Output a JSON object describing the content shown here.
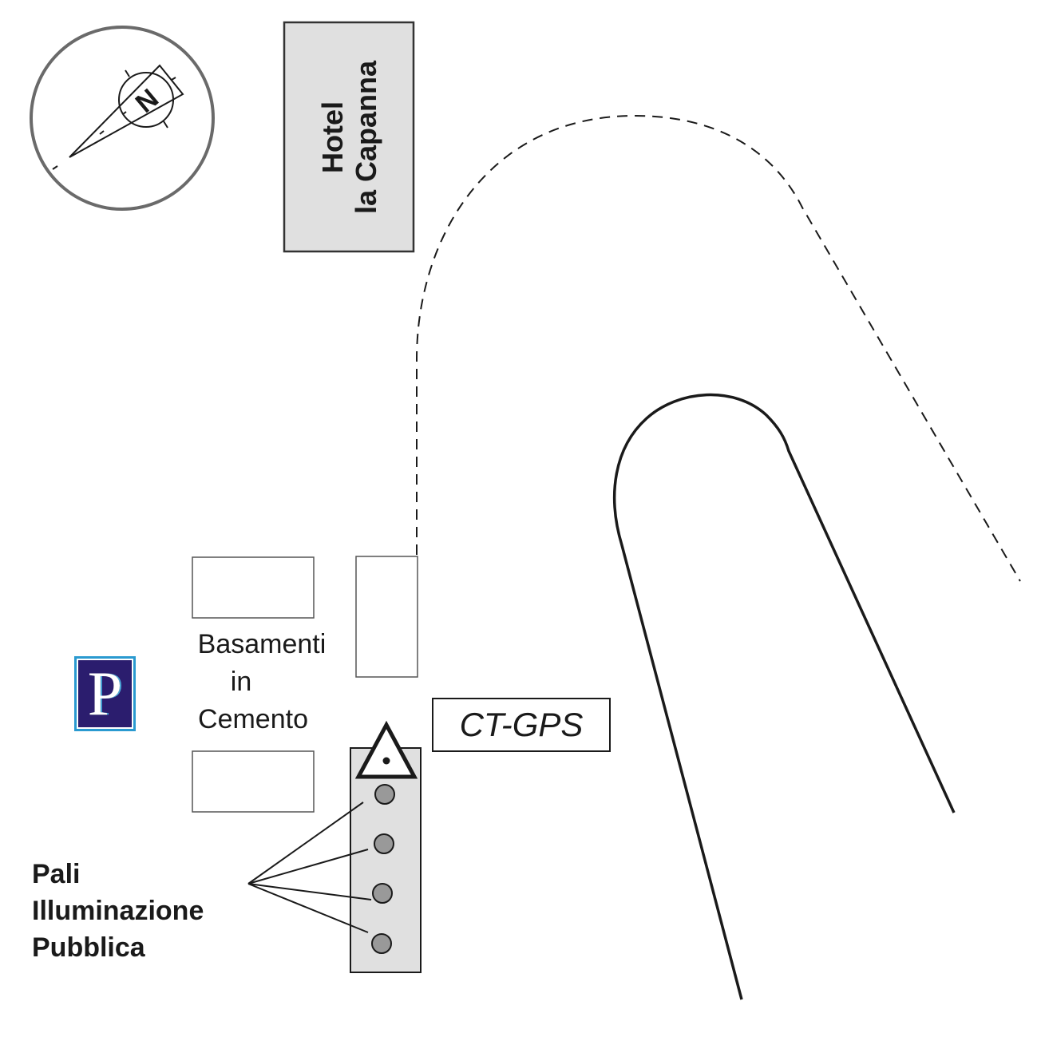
{
  "diagram": {
    "type": "site-location-map",
    "compass": {
      "icon": "north-arrow-icon",
      "letter": "N"
    },
    "hotel": {
      "line1": "Hotel",
      "line2": "la Capanna"
    },
    "parking": {
      "icon": "parking-sign-icon",
      "letter": "P",
      "colors": {
        "background": "#2b1d6e",
        "border": "#2a9ad0",
        "letter": "#ffffff"
      }
    },
    "basamenti": {
      "line1": "Basamenti",
      "line2": "in",
      "line3": "Cemento"
    },
    "station": {
      "label": "CT-GPS",
      "marker_icon": "gps-station-triangle-icon"
    },
    "pali": {
      "line1": "Pali",
      "line2": "Illuminazione",
      "line3": "Pubblica",
      "pole_count": 4
    },
    "colors": {
      "line": "#1a1a1a",
      "fill_gray": "#e0e0e0",
      "pole_gray": "#999999",
      "frame_gray": "#666666"
    }
  }
}
